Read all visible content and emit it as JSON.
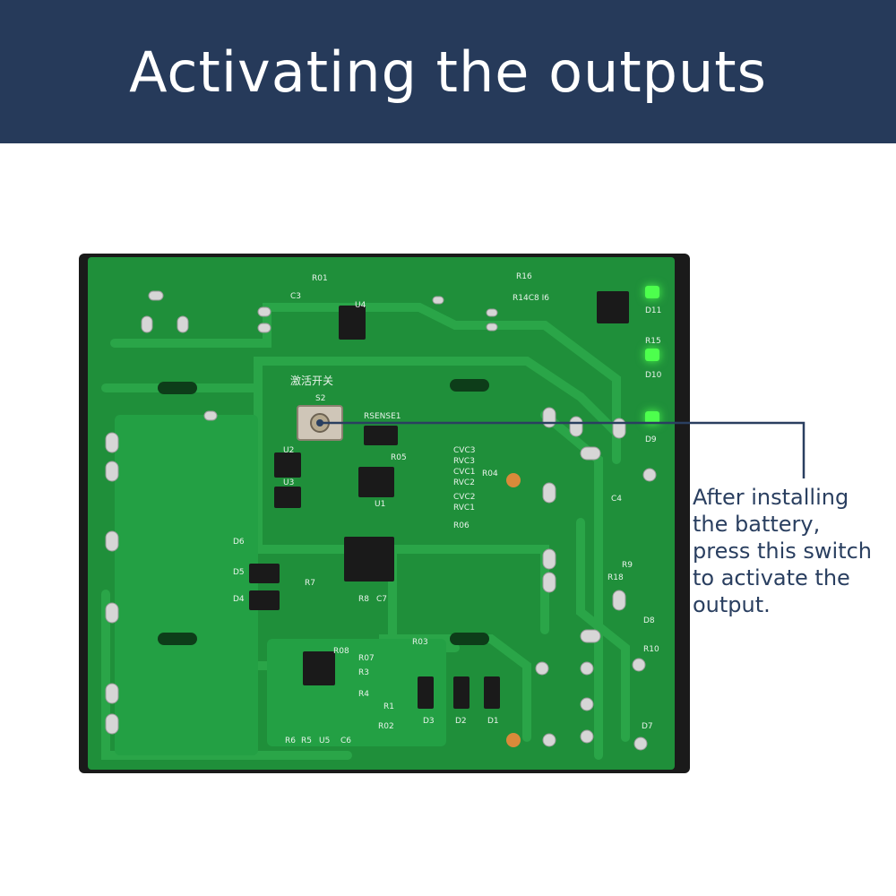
{
  "banner": {
    "title": "Activating the outputs",
    "background": "#263a5a",
    "text_color": "#ffffff"
  },
  "callout": {
    "text": "After installing\nthe battery,\npress this switch\nto activate the\noutput.",
    "text_color": "#2a3f60",
    "line_color": "#2a3f60"
  },
  "board": {
    "pcb_color": "#1f8f3a",
    "trace_color": "#2aa548",
    "pad_color": "#d6d6d6",
    "led_color": "#4dff4d",
    "silk_switch": "激活开关",
    "labels": {
      "s2": "S2",
      "rsense": "RSENSE1",
      "r01": "R01",
      "c3": "C3",
      "u4": "U4",
      "r16": "R16",
      "r14": "R14C8 I6",
      "d11": "D11",
      "r15": "R15",
      "d10": "D10",
      "d9": "D9",
      "u2": "U2",
      "u3": "U3",
      "u1": "U1",
      "r05": "R05",
      "r04": "R04",
      "r06": "R06",
      "cvc3": "CVC3",
      "rvc3": "RVC3",
      "cvc1": "CVC1",
      "rvc2": "RVC2",
      "cvc2": "CVC2",
      "rvc1": "RVC1",
      "d6": "D6",
      "d5": "D5",
      "d4": "D4",
      "r7": "R7",
      "r8": "R8",
      "c7": "C7",
      "r03": "R03",
      "r02": "R02",
      "r08": "R08",
      "r07": "R07",
      "r3": "R3",
      "r4": "R4",
      "r1": "R1",
      "r6": "R6",
      "r5": "R5",
      "u5": "U5",
      "c6": "C6",
      "d3": "D3",
      "d2": "D2",
      "d1": "D1",
      "d8": "D8",
      "r10": "R10",
      "d7": "D7",
      "r9": "R9",
      "r18": "R18",
      "c4": "C4"
    }
  }
}
